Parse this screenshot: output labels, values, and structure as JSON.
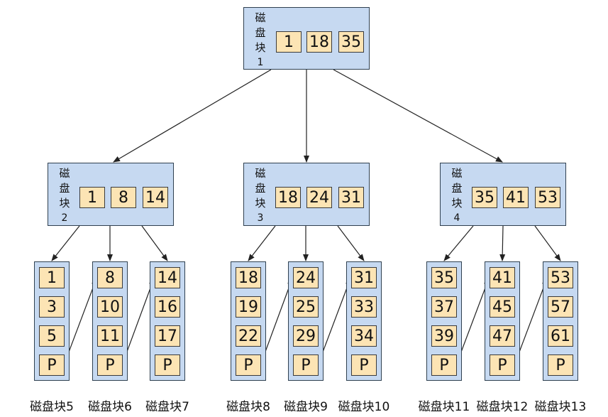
{
  "root": {
    "label": [
      "磁",
      "盘",
      "块",
      "1"
    ],
    "keys": [
      "1",
      "18",
      "35"
    ]
  },
  "internal": [
    {
      "label": [
        "磁",
        "盘",
        "块",
        "2"
      ],
      "keys": [
        "1",
        "8",
        "14"
      ]
    },
    {
      "label": [
        "磁",
        "盘",
        "块",
        "3"
      ],
      "keys": [
        "18",
        "24",
        "31"
      ]
    },
    {
      "label": [
        "磁",
        "盘",
        "块",
        "4"
      ],
      "keys": [
        "35",
        "41",
        "53"
      ]
    }
  ],
  "leaves": [
    {
      "caption": "磁盘块5",
      "keys": [
        "1",
        "3",
        "5"
      ],
      "pointer": "P"
    },
    {
      "caption": "磁盘块6",
      "keys": [
        "8",
        "10",
        "11"
      ],
      "pointer": "P"
    },
    {
      "caption": "磁盘块7",
      "keys": [
        "14",
        "16",
        "17"
      ],
      "pointer": "P"
    },
    {
      "caption": "磁盘块8",
      "keys": [
        "18",
        "19",
        "22"
      ],
      "pointer": "P"
    },
    {
      "caption": "磁盘块9",
      "keys": [
        "24",
        "25",
        "29"
      ],
      "pointer": "P"
    },
    {
      "caption": "磁盘块10",
      "keys": [
        "31",
        "33",
        "34"
      ],
      "pointer": "P"
    },
    {
      "caption": "磁盘块11",
      "keys": [
        "35",
        "37",
        "39"
      ],
      "pointer": "P"
    },
    {
      "caption": "磁盘块12",
      "keys": [
        "41",
        "45",
        "47"
      ],
      "pointer": "P"
    },
    {
      "caption": "磁盘块13",
      "keys": [
        "53",
        "57",
        "61"
      ],
      "pointer": "P"
    }
  ]
}
